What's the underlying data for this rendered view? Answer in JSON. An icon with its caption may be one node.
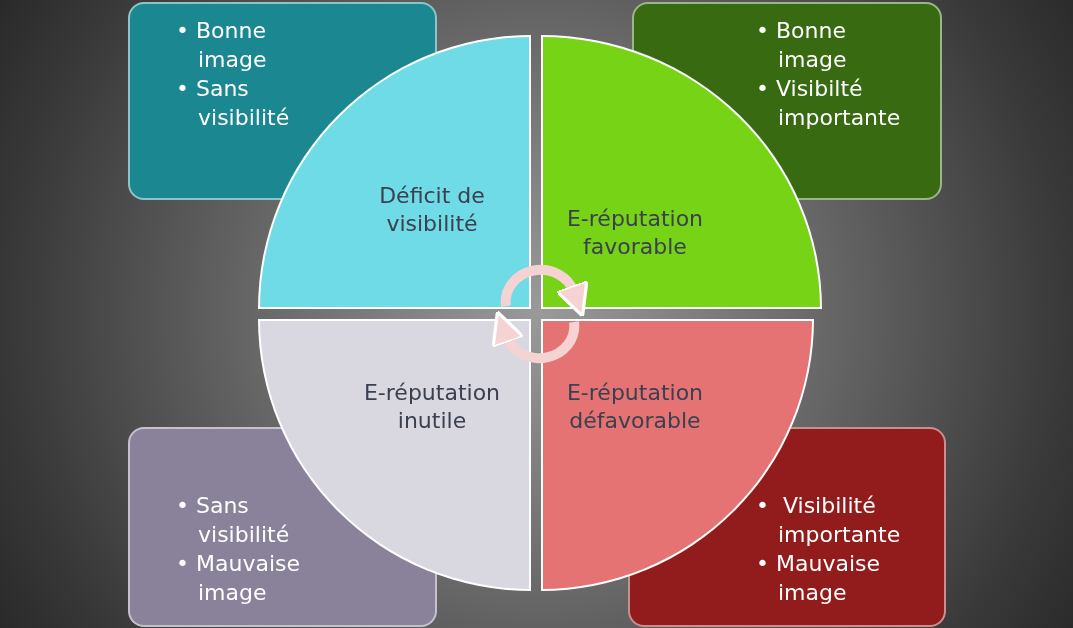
{
  "diagram": {
    "nodes": [
      {
        "text": [
          "• Bonne image",
          "• Sans visibilité"
        ]
      },
      {
        "text": [
          "• Bonne image",
          "• Visibilté importante"
        ]
      },
      {
        "text": [
          "Déficit de visibilité"
        ]
      },
      {
        "text": [
          "E-réputation favorable"
        ]
      },
      {
        "text": [
          "E-réputation inutile"
        ]
      },
      {
        "text": [
          "E-réputation défavorable"
        ]
      },
      {
        "text": [
          "• Sans visibilité",
          "• Mauvaise image"
        ]
      },
      {
        "text": [
          "•  Visibilité importante",
          "• Mauvaise image"
        ]
      }
    ],
    "edges": [
      {
        "from": 2,
        "to": 3,
        "arrow": "to"
      },
      {
        "from": 5,
        "to": 4,
        "arrow": "to"
      }
    ]
  }
}
